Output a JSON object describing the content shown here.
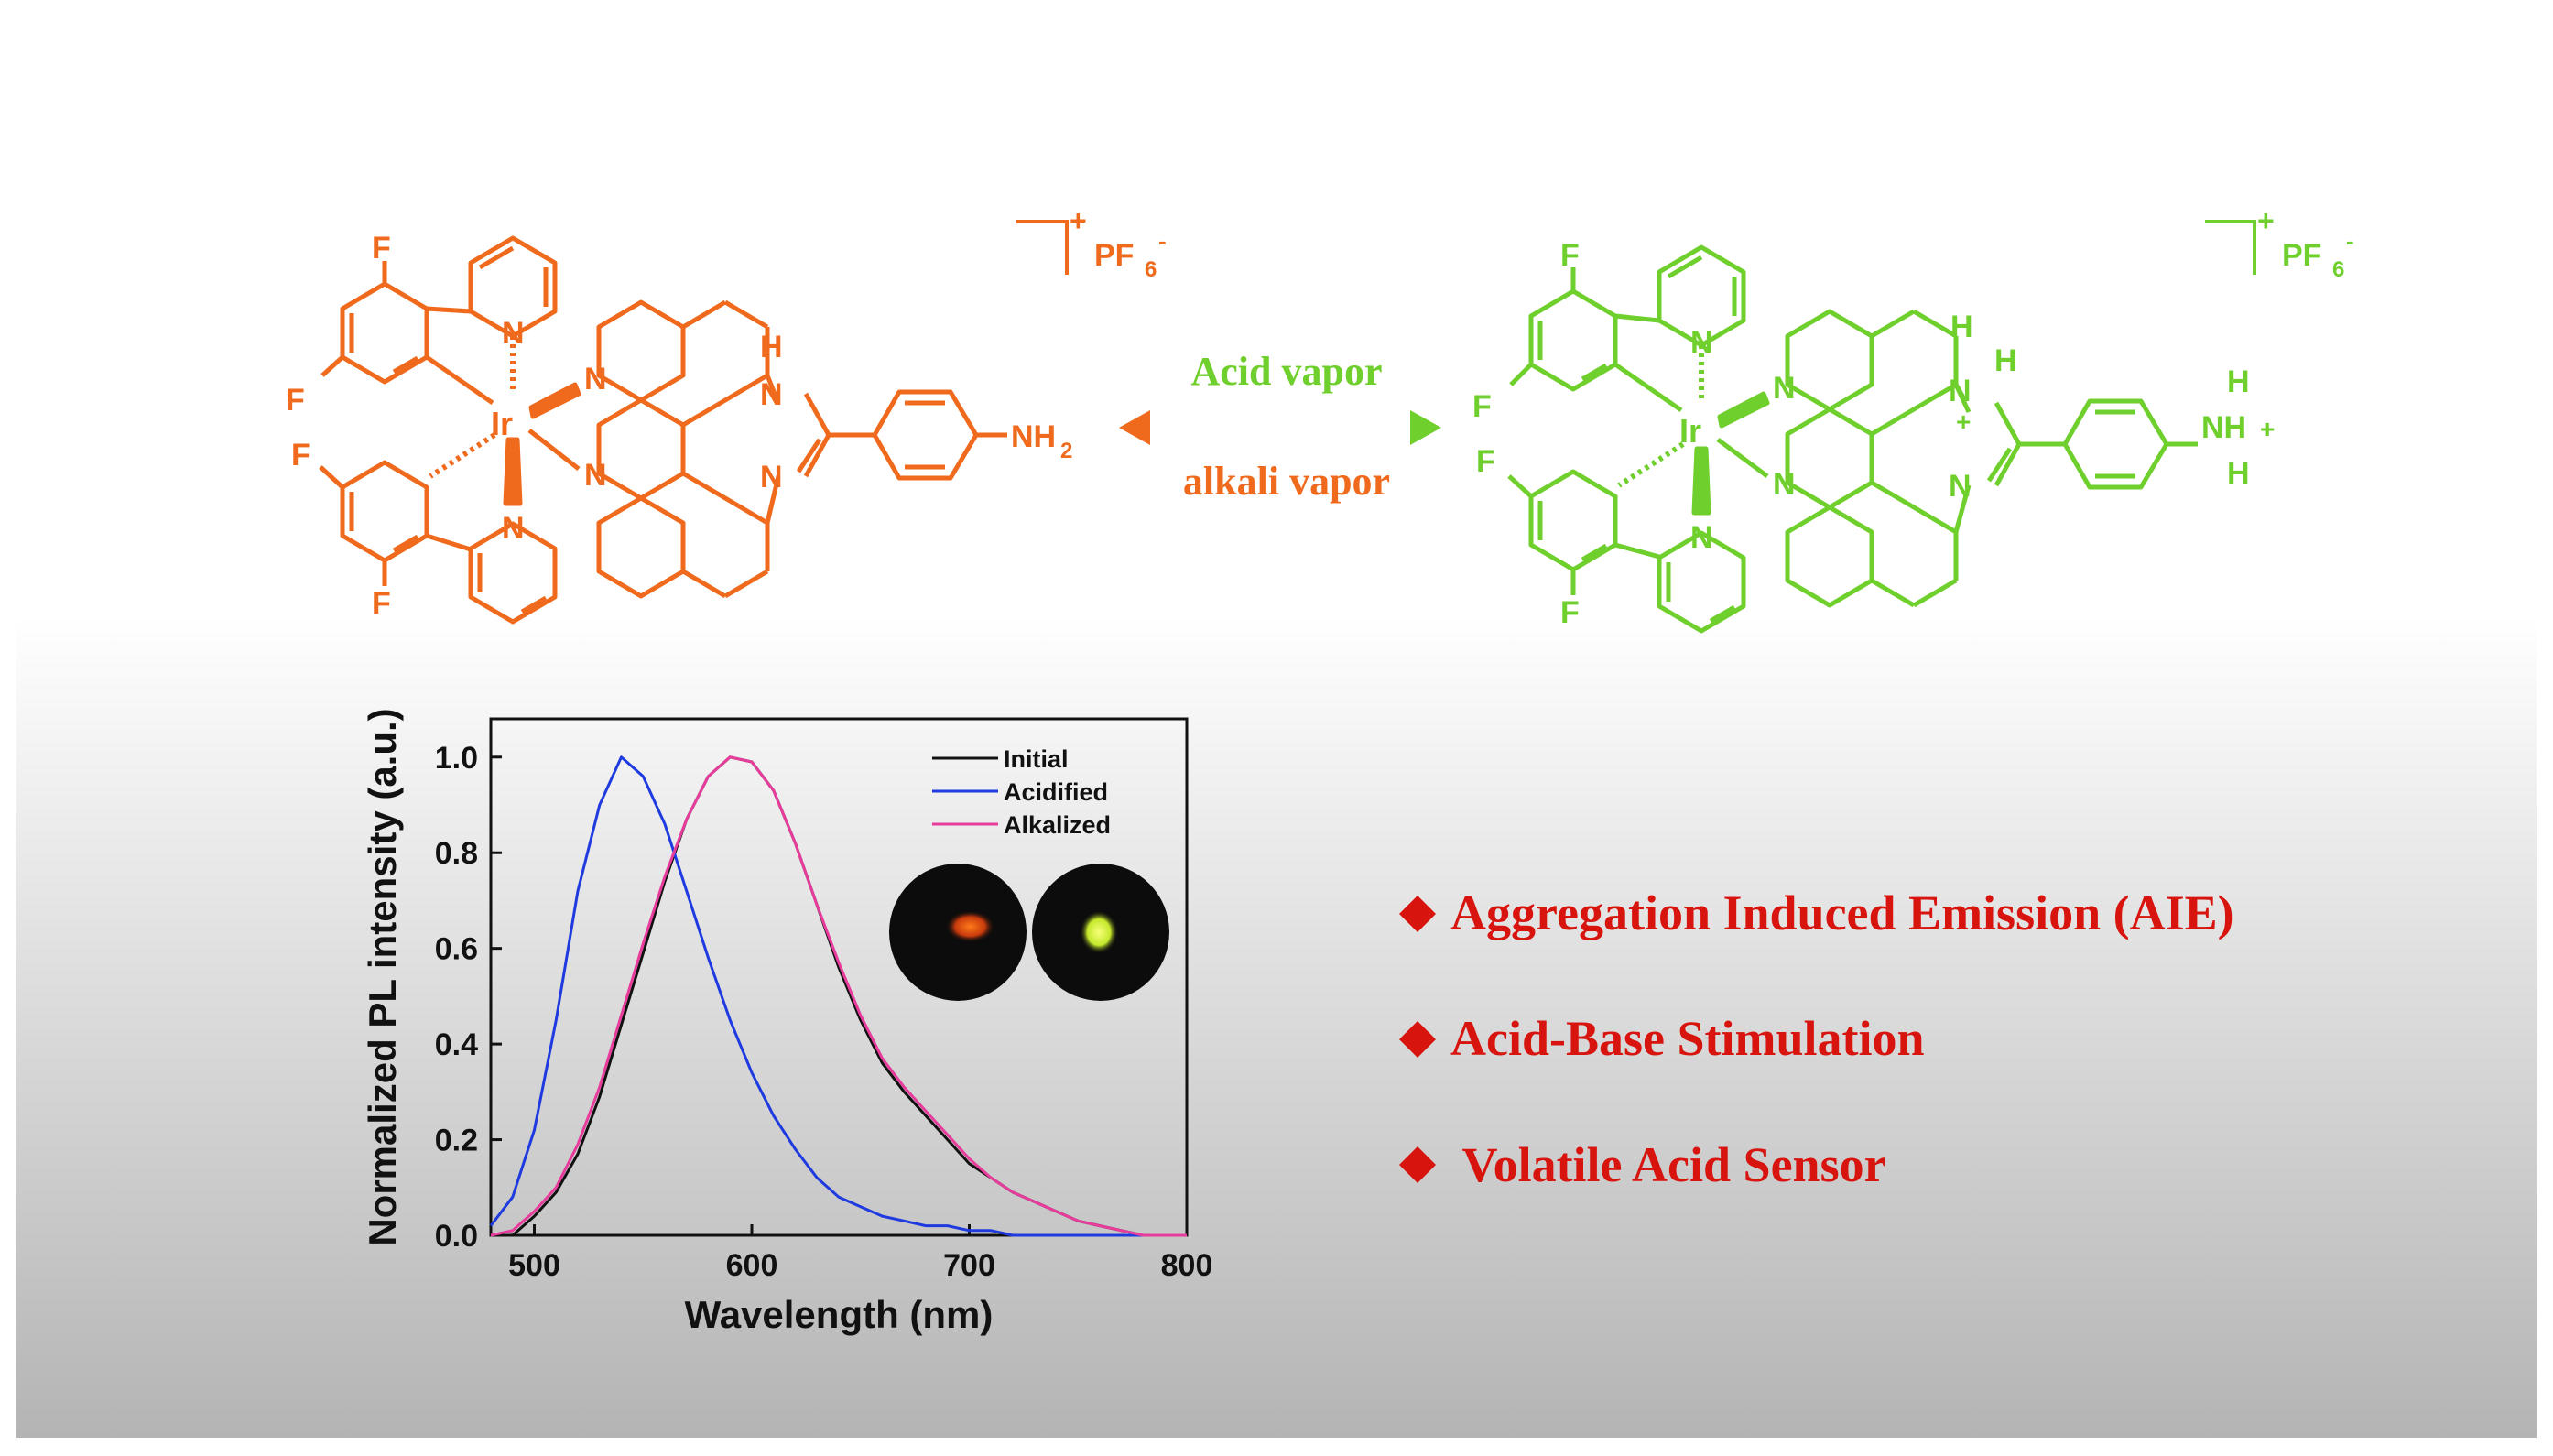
{
  "colors": {
    "orange": "#f06a1e",
    "green": "#6fcf2c",
    "red": "#d7140e",
    "black": "#111111",
    "blue": "#1f3be0",
    "magenta": "#e83c9c"
  },
  "scheme": {
    "acid_label": "Acid  vapor",
    "alkali_label": "alkali vapor",
    "counter_ion": "PF",
    "counter_ion_sub": "6",
    "counter_ion_sup": "-",
    "cation_sup": "+",
    "orange_molecule": {
      "metal": "Ir",
      "labels": [
        "F",
        "F",
        "F",
        "F",
        "N",
        "N",
        "N",
        "N",
        "H",
        "N",
        "N",
        "NH",
        "2"
      ]
    },
    "green_molecule": {
      "metal": "Ir",
      "labels": [
        "F",
        "F",
        "F",
        "F",
        "N",
        "N",
        "N",
        "N",
        "H",
        "H",
        "N",
        "+",
        "N",
        "H",
        "NH",
        "+",
        "H"
      ]
    }
  },
  "bullets": [
    {
      "icon": "diamond-icon",
      "text": "Aggregation Induced Emission (AIE)"
    },
    {
      "icon": "diamond-icon",
      "text": "Acid-Base Stimulation"
    },
    {
      "icon": "diamond-icon",
      "text": " Volatile Acid Sensor"
    }
  ],
  "chart_data": {
    "type": "line",
    "xlabel": "Wavelength (nm)",
    "ylabel": "Normalized PL intensity (a.u.)",
    "xlim": [
      480,
      800
    ],
    "ylim": [
      0,
      1.08
    ],
    "xticks": [
      500,
      600,
      700,
      800
    ],
    "yticks": [
      0.0,
      0.2,
      0.4,
      0.6,
      0.8,
      1.0
    ],
    "xtick_labels": [
      "500",
      "600",
      "700",
      "800"
    ],
    "ytick_labels": [
      "0.0",
      "0.2",
      "0.4",
      "0.6",
      "0.8",
      "1.0"
    ],
    "legend_position": "top-right",
    "grid": false,
    "x": [
      480,
      490,
      500,
      510,
      520,
      530,
      540,
      550,
      560,
      570,
      580,
      590,
      600,
      610,
      620,
      630,
      640,
      650,
      660,
      670,
      680,
      690,
      700,
      710,
      720,
      730,
      740,
      750,
      760,
      770,
      780,
      790,
      800
    ],
    "series": [
      {
        "name": "Initial",
        "color": "#111111",
        "values": [
          0.0,
          0.0,
          0.04,
          0.09,
          0.17,
          0.29,
          0.44,
          0.59,
          0.74,
          0.87,
          0.96,
          1.0,
          0.99,
          0.93,
          0.82,
          0.69,
          0.56,
          0.45,
          0.36,
          0.3,
          0.25,
          0.2,
          0.15,
          0.12,
          0.09,
          0.07,
          0.05,
          0.03,
          0.02,
          0.01,
          0.0,
          0.0,
          0.0
        ]
      },
      {
        "name": "Acidified",
        "color": "#1f3be0",
        "values": [
          0.02,
          0.08,
          0.22,
          0.45,
          0.72,
          0.9,
          1.0,
          0.96,
          0.86,
          0.72,
          0.58,
          0.45,
          0.34,
          0.25,
          0.18,
          0.12,
          0.08,
          0.06,
          0.04,
          0.03,
          0.02,
          0.02,
          0.01,
          0.01,
          0.0,
          0.0,
          0.0,
          0.0,
          0.0,
          0.0,
          0.0,
          0.0,
          0.0
        ]
      },
      {
        "name": "Alkalized",
        "color": "#e83c9c",
        "values": [
          0.0,
          0.01,
          0.05,
          0.1,
          0.19,
          0.31,
          0.46,
          0.61,
          0.75,
          0.87,
          0.96,
          1.0,
          0.99,
          0.93,
          0.82,
          0.69,
          0.57,
          0.46,
          0.37,
          0.31,
          0.26,
          0.21,
          0.16,
          0.12,
          0.09,
          0.07,
          0.05,
          0.03,
          0.02,
          0.01,
          0.0,
          0.0,
          0.0
        ]
      }
    ]
  }
}
